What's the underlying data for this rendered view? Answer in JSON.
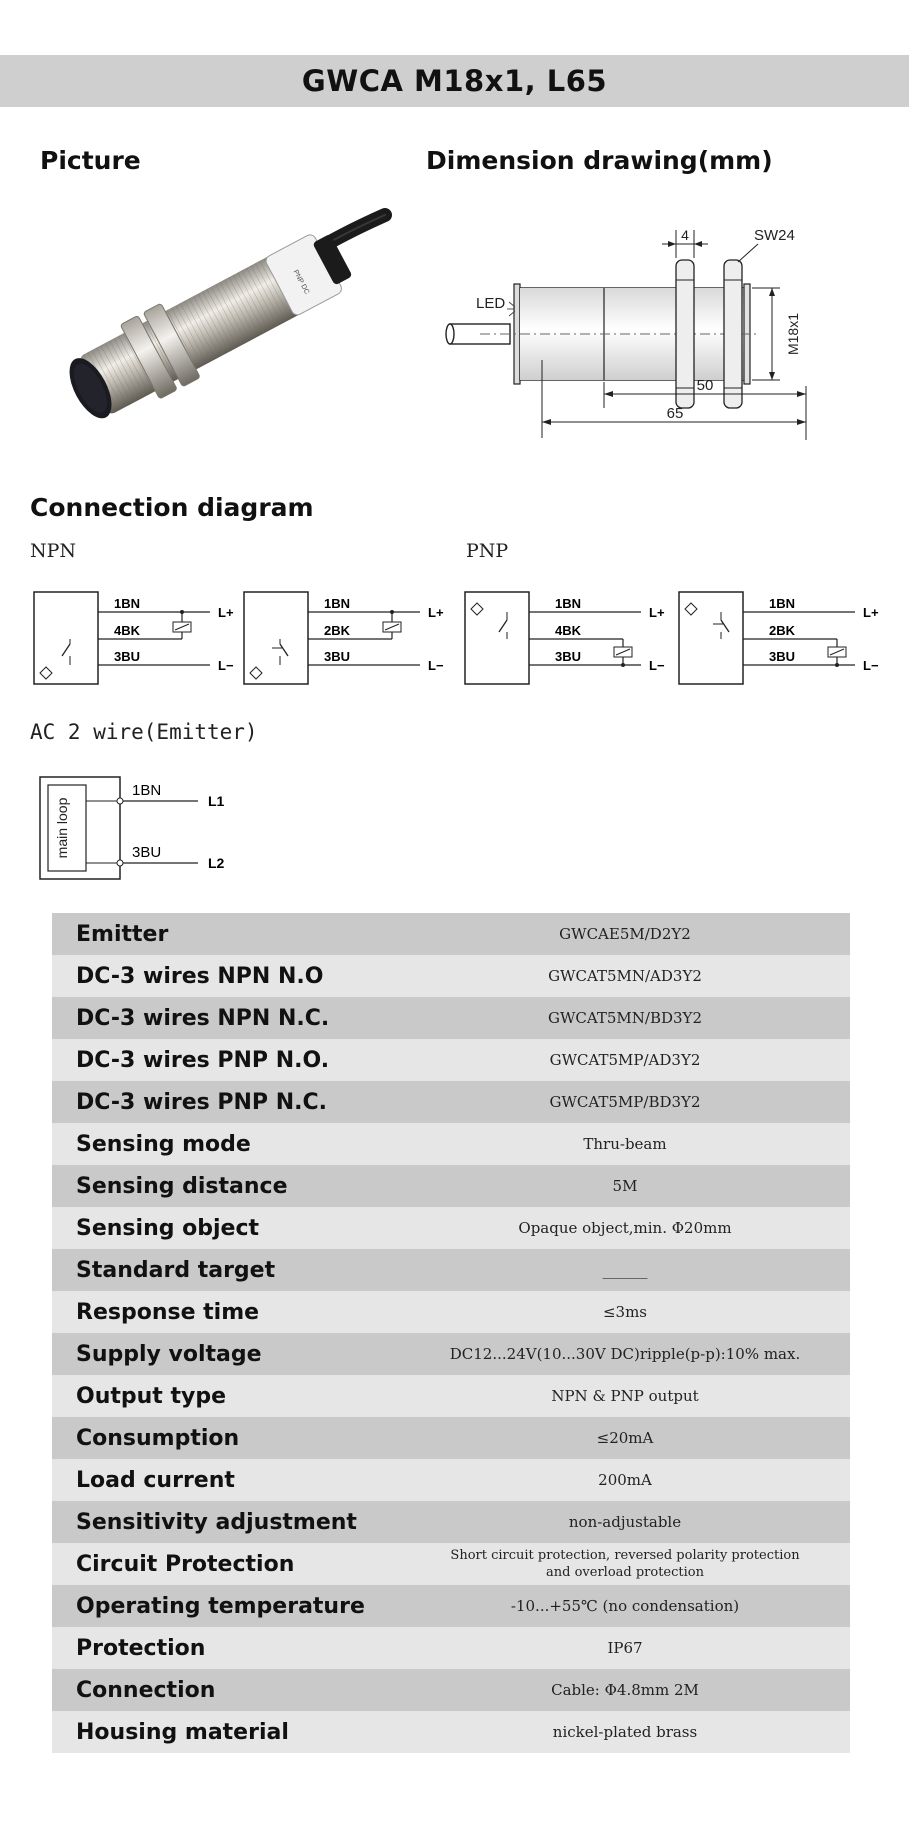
{
  "title": "GWCA  M18x1, L65",
  "picture_heading": "Picture",
  "dimension_heading": "Dimension drawing(mm)",
  "dimension": {
    "led": "LED",
    "sw": "SW24",
    "nut_width": "4",
    "thread_length": "50",
    "total_length": "65",
    "thread": "M18x1"
  },
  "connection_heading": "Connection diagram",
  "npn_label": "NPN",
  "pnp_label": "PNP",
  "ac_label": "AC 2 wire(Emitter)",
  "wiring": {
    "bn1": "1BN",
    "bk4": "4BK",
    "bk2": "2BK",
    "bu3": "3BU",
    "lplus": "L+",
    "lminus": "L−",
    "ac_bn": "1BN",
    "ac_bu": "3BU",
    "l1": "L1",
    "l2": "L2",
    "main_loop": "main loop"
  },
  "specs": [
    {
      "label": "Emitter",
      "value": "GWCAE5M/D2Y2"
    },
    {
      "label": "DC-3 wires NPN N.O",
      "value": "GWCAT5MN/AD3Y2"
    },
    {
      "label": "DC-3 wires NPN N.C.",
      "value": "GWCAT5MN/BD3Y2"
    },
    {
      "label": "DC-3 wires PNP N.O.",
      "value": "GWCAT5MP/AD3Y2"
    },
    {
      "label": "DC-3 wires PNP N.C.",
      "value": "GWCAT5MP/BD3Y2"
    },
    {
      "label": "Sensing mode",
      "value": "Thru-beam"
    },
    {
      "label": "Sensing distance",
      "value": "5M"
    },
    {
      "label": "Sensing object",
      "value": "Opaque object,min. Φ20mm"
    },
    {
      "label": "Standard target",
      "value": "______"
    },
    {
      "label": "Response time",
      "value": "≤3ms"
    },
    {
      "label": "Supply voltage",
      "value": "DC12...24V(10...30V DC)ripple(p-p):10% max."
    },
    {
      "label": "Output type",
      "value": "NPN & PNP output"
    },
    {
      "label": "Consumption",
      "value": "≤20mA"
    },
    {
      "label": "Load current",
      "value": "200mA"
    },
    {
      "label": "Sensitivity adjustment",
      "value": "non-adjustable"
    },
    {
      "label": "Circuit Protection",
      "value": "Short circuit protection, reversed polarity protection",
      "value2": "and overload protection"
    },
    {
      "label": "Operating temperature",
      "value": "-10...+55℃ (no condensation)"
    },
    {
      "label": "Protection",
      "value": "IP67"
    },
    {
      "label": "Connection",
      "value": "Cable: Φ4.8mm 2M"
    },
    {
      "label": "Housing material",
      "value": "nickel-plated brass"
    }
  ]
}
